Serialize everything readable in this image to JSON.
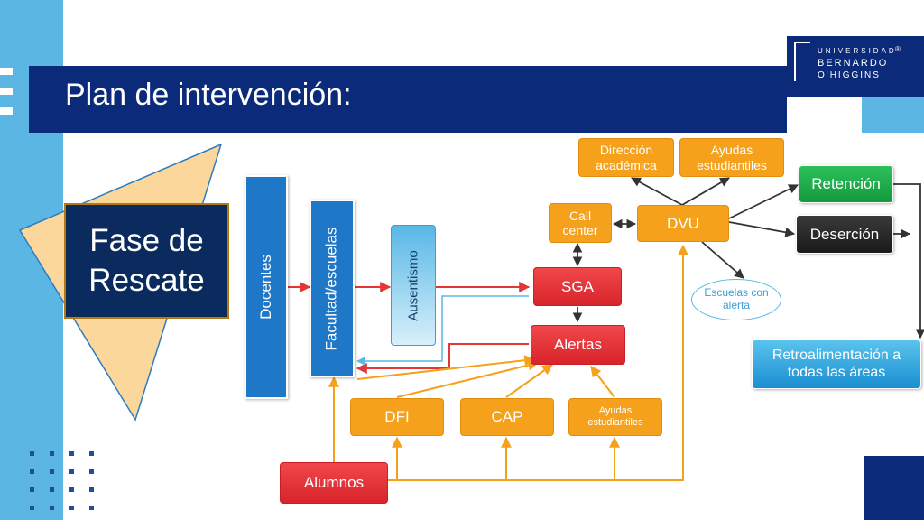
{
  "slide": {
    "title": "Plan de intervención:",
    "phase_box": "Fase de Rescate",
    "logo": {
      "line1": "UNIVERSIDAD",
      "line2": "BERNARDO",
      "line3": "O'HIGGINS",
      "mark": "®"
    }
  },
  "diagram": {
    "nodes": {
      "docentes": "Docentes",
      "facultad": "Facultad/escuelas",
      "ausentismo": "Ausentismo",
      "sga": "SGA",
      "alertas": "Alertas",
      "call_center": "Call center",
      "dvu": "DVU",
      "direccion": "Dirección académica",
      "ayudas_top": "Ayudas estudiantiles",
      "retencion": "Retención",
      "desercion": "Deserción",
      "escuelas_alerta": "Escuelas con alerta",
      "retroalimentacion": "Retroalimentación a todas las áreas",
      "dfi": "DFI",
      "cap": "CAP",
      "ayudas_bottom": "Ayudas estudiantiles",
      "alumnos": "Alumnos"
    },
    "colors": {
      "orange": "#f5a11c",
      "red": "#e0262d",
      "green": "#1eaa4a",
      "black": "#2b2b2b",
      "navy": "#0b2a7a",
      "blue_bar": "#1f77c7",
      "light_blue": "#58b7e6",
      "arrow_red": "#e53535",
      "arrow_orange": "#f5a11c",
      "arrow_dark": "#333333"
    }
  }
}
